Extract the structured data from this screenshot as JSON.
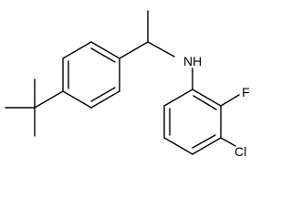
{
  "atoms": {
    "nh": "NH",
    "f": "F",
    "cl": "Cl"
  },
  "colors": {
    "bond": "#000000",
    "background": "#ffffff"
  }
}
